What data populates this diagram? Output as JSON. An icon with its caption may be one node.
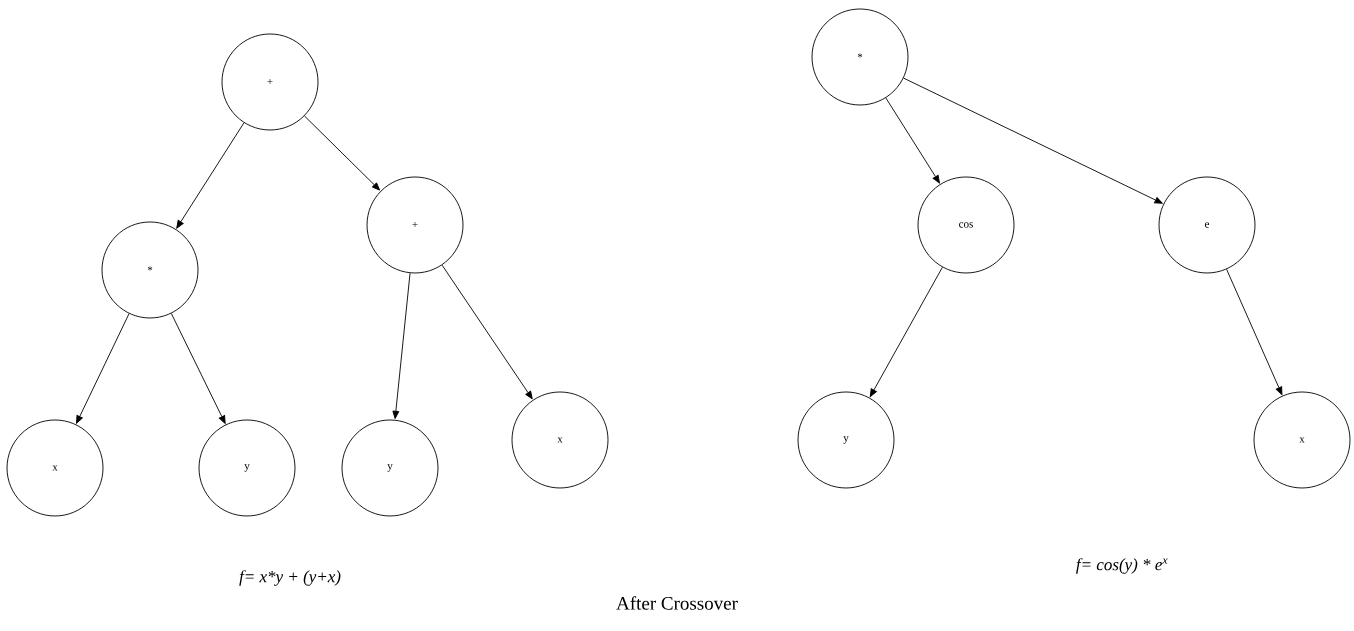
{
  "diagram": {
    "nodes": [
      {
        "text": [
          "+"
        ]
      },
      {
        "text": [
          "*"
        ]
      },
      {
        "text": [
          "+"
        ]
      },
      {
        "text": [
          "x"
        ]
      },
      {
        "text": [
          "y"
        ]
      },
      {
        "text": [
          "y"
        ]
      },
      {
        "text": [
          "x"
        ]
      },
      {
        "text": [
          "*"
        ]
      },
      {
        "text": [
          "cos"
        ]
      },
      {
        "text": [
          "e"
        ]
      },
      {
        "text": [
          "y"
        ]
      },
      {
        "text": [
          "x"
        ]
      }
    ],
    "edges": [
      {
        "from": 0,
        "to": 1,
        "arrow": "to"
      },
      {
        "from": 0,
        "to": 2,
        "arrow": "to"
      },
      {
        "from": 1,
        "to": 3,
        "arrow": "to"
      },
      {
        "from": 1,
        "to": 4,
        "arrow": "to"
      },
      {
        "from": 2,
        "to": 5,
        "arrow": "to"
      },
      {
        "from": 2,
        "to": 6,
        "arrow": "to"
      },
      {
        "from": 7,
        "to": 8,
        "arrow": "to"
      },
      {
        "from": 7,
        "to": 9,
        "arrow": "to"
      },
      {
        "from": 8,
        "to": 10,
        "arrow": "to"
      },
      {
        "from": 9,
        "to": 11,
        "arrow": "to"
      }
    ],
    "labels": [
      "f= x*y + (y+x)",
      "f= cos(y) * e$^{x}$",
      "After Crossover"
    ]
  }
}
